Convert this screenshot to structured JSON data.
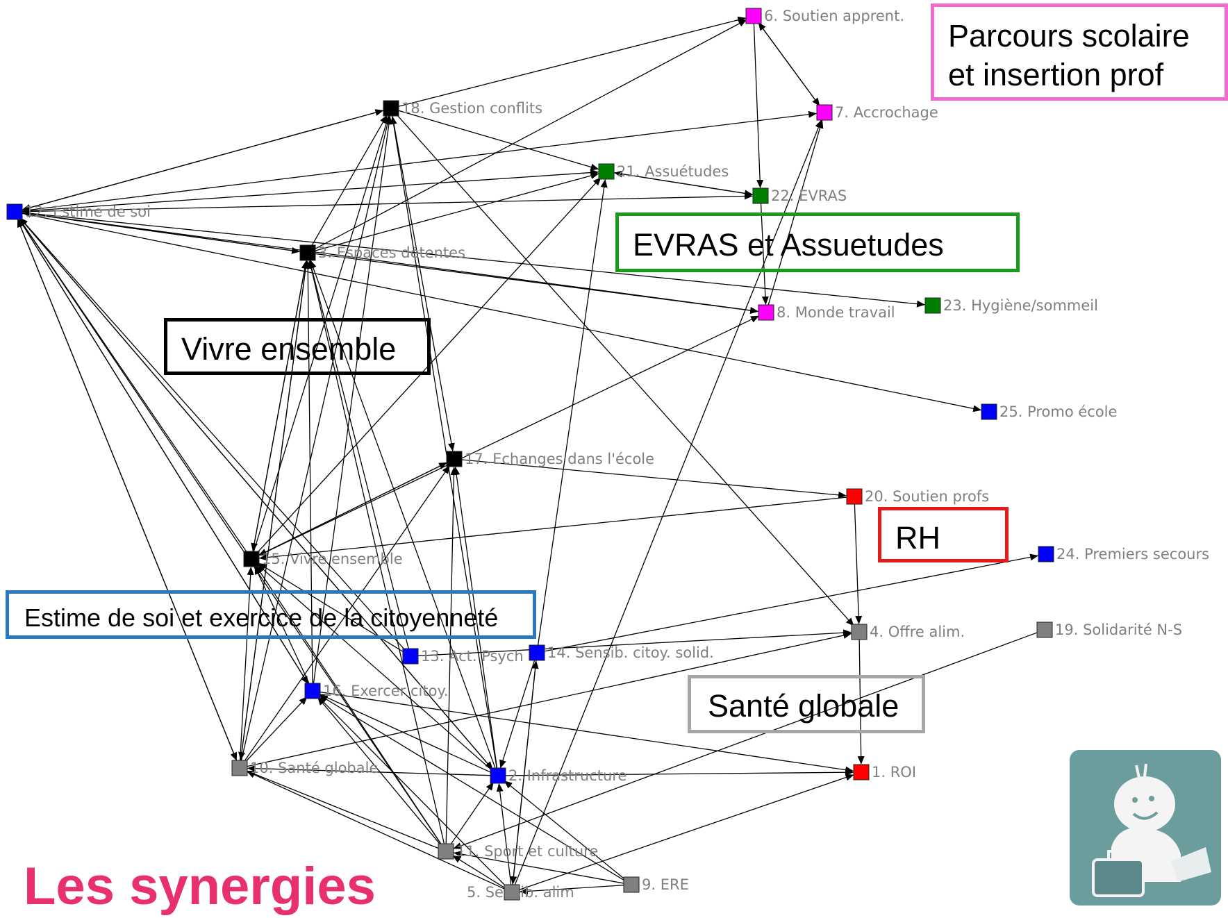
{
  "colors": {
    "pink": "#ff00ff",
    "green": "#008000",
    "blue": "#0000ff",
    "black": "#000000",
    "red": "#ff0000",
    "grey": "#808080",
    "edge": "#000000",
    "title_pink": "#e8306e",
    "logo_teal": "#6b9d9d"
  },
  "nodes": [
    {
      "id": 1,
      "label": "1. ROI",
      "color": "red"
    },
    {
      "id": 2,
      "label": "2. Infrastructure",
      "color": "blue"
    },
    {
      "id": 3,
      "label": "3. Espaces détentes",
      "color": "black"
    },
    {
      "id": 4,
      "label": "4. Offre alim.",
      "color": "grey"
    },
    {
      "id": 5,
      "label": "5. Sensib. alim",
      "color": "grey"
    },
    {
      "id": 6,
      "label": "6. Soutien apprent.",
      "color": "pink"
    },
    {
      "id": 7,
      "label": "7. Accrochage",
      "color": "pink"
    },
    {
      "id": 8,
      "label": "8. Monde travail",
      "color": "pink"
    },
    {
      "id": 9,
      "label": "9. ERE",
      "color": "grey"
    },
    {
      "id": 10,
      "label": "10. Santé globale",
      "color": "grey"
    },
    {
      "id": 11,
      "label": "11. Sport et culture",
      "color": "grey"
    },
    {
      "id": 12,
      "label": "12. Estime de soi",
      "color": "blue"
    },
    {
      "id": 13,
      "label": "13. Act. Psych",
      "color": "blue"
    },
    {
      "id": 14,
      "label": "14. Sensib. citoy. solid.",
      "color": "blue"
    },
    {
      "id": 15,
      "label": "15. Vivre ensemble",
      "color": "black"
    },
    {
      "id": 16,
      "label": "16. Exercer citoy.",
      "color": "blue"
    },
    {
      "id": 17,
      "label": "17. Echanges dans l'école",
      "color": "black"
    },
    {
      "id": 18,
      "label": "18. Gestion conflits",
      "color": "black"
    },
    {
      "id": 19,
      "label": "19. Solidarité N-S",
      "color": "grey"
    },
    {
      "id": 20,
      "label": "20. Soutien profs",
      "color": "red"
    },
    {
      "id": 21,
      "label": "21. Assuétudes",
      "color": "green"
    },
    {
      "id": 22,
      "label": "22. EVRAS",
      "color": "green"
    },
    {
      "id": 23,
      "label": "23. Hygiène/sommeil",
      "color": "green"
    },
    {
      "id": 24,
      "label": "24. Premiers secours",
      "color": "blue"
    },
    {
      "id": 25,
      "label": "25. Promo école",
      "color": "blue"
    }
  ],
  "edges": [
    [
      12,
      18
    ],
    [
      12,
      21
    ],
    [
      12,
      3
    ],
    [
      12,
      22
    ],
    [
      12,
      7
    ],
    [
      12,
      8
    ],
    [
      12,
      23
    ],
    [
      12,
      25
    ],
    [
      18,
      12
    ],
    [
      18,
      6
    ],
    [
      18,
      21
    ],
    [
      18,
      17
    ],
    [
      18,
      4
    ],
    [
      3,
      12
    ],
    [
      3,
      6
    ],
    [
      3,
      21
    ],
    [
      3,
      18
    ],
    [
      3,
      8
    ],
    [
      3,
      15
    ],
    [
      3,
      10
    ],
    [
      15,
      12
    ],
    [
      15,
      18
    ],
    [
      15,
      3
    ],
    [
      15,
      21
    ],
    [
      15,
      17
    ],
    [
      15,
      8
    ],
    [
      16,
      12
    ],
    [
      16,
      18
    ],
    [
      16,
      3
    ],
    [
      16,
      15
    ],
    [
      16,
      1
    ],
    [
      10,
      12
    ],
    [
      10,
      18
    ],
    [
      10,
      3
    ],
    [
      10,
      15
    ],
    [
      10,
      16
    ],
    [
      10,
      17
    ],
    [
      10,
      4
    ],
    [
      11,
      12
    ],
    [
      11,
      3
    ],
    [
      11,
      15
    ],
    [
      11,
      16
    ],
    [
      11,
      10
    ],
    [
      11,
      17
    ],
    [
      11,
      2
    ],
    [
      2,
      12
    ],
    [
      2,
      3
    ],
    [
      2,
      15
    ],
    [
      2,
      16
    ],
    [
      2,
      10
    ],
    [
      2,
      17
    ],
    [
      2,
      18
    ],
    [
      13,
      12
    ],
    [
      13,
      3
    ],
    [
      13,
      15
    ],
    [
      13,
      4
    ],
    [
      14,
      21
    ],
    [
      14,
      24
    ],
    [
      14,
      2
    ],
    [
      14,
      5
    ],
    [
      5,
      10
    ],
    [
      5,
      11
    ],
    [
      5,
      2
    ],
    [
      5,
      7
    ],
    [
      5,
      1
    ],
    [
      5,
      16
    ],
    [
      5,
      14
    ],
    [
      9,
      16
    ],
    [
      9,
      11
    ],
    [
      9,
      2
    ],
    [
      9,
      5
    ],
    [
      17,
      20
    ],
    [
      17,
      15
    ],
    [
      6,
      7
    ],
    [
      6,
      22
    ],
    [
      7,
      6
    ],
    [
      8,
      7
    ],
    [
      22,
      8
    ],
    [
      21,
      22
    ],
    [
      22,
      21
    ],
    [
      20,
      4
    ],
    [
      20,
      15
    ],
    [
      4,
      1
    ],
    [
      2,
      1
    ],
    [
      19,
      11
    ],
    [
      12,
      2
    ],
    [
      12,
      10
    ],
    [
      12,
      16
    ]
  ],
  "groups": {
    "parcours": "Parcours scolaire et insertion prof",
    "evras": "EVRAS et Assuetudes",
    "vivre": "Vivre ensemble",
    "rh": "RH",
    "estime": "Estime de soi et exercice de la citoyenneté",
    "sante": "Santé globale"
  },
  "footer_title": "Les synergies"
}
